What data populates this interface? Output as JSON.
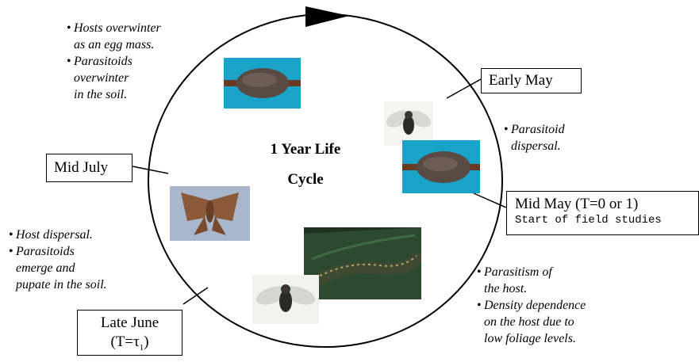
{
  "title_line1": "1 Year Life",
  "title_line2": "Cycle",
  "labels": {
    "early_may": "Early May",
    "mid_may": "Mid May (T=0 or 1)",
    "mid_may_sub": "Start of field studies",
    "mid_july": "Mid July",
    "late_june_line1": "Late June",
    "late_june_prefix": "(T=τ",
    "late_june_sub": "1",
    "late_june_suffix": ")"
  },
  "notes": {
    "top_left": [
      "Hosts overwinter",
      "as an egg mass.",
      "Parasitoids",
      "overwinter",
      "in the soil."
    ],
    "right_upper": [
      "Parasitoid",
      "dispersal."
    ],
    "left_lower": [
      "Host dispersal.",
      "Parasitoids",
      "emerge and",
      "pupate in the soil."
    ],
    "right_lower": [
      "Parasitism of",
      "the host.",
      "Density dependence",
      "on the host due to",
      "low foliage levels."
    ]
  },
  "photos": [
    "egg-mass",
    "fly",
    "egg-mass",
    "moth",
    "caterpillar",
    "fly"
  ],
  "colors": {
    "photo_background": "#1aa3c8",
    "egg_mass": "#5a4a44",
    "twig": "#6b3a22",
    "moth": "#8a5a3a",
    "caterpillar": "#3f4a32",
    "leaf": "#1f3323"
  }
}
